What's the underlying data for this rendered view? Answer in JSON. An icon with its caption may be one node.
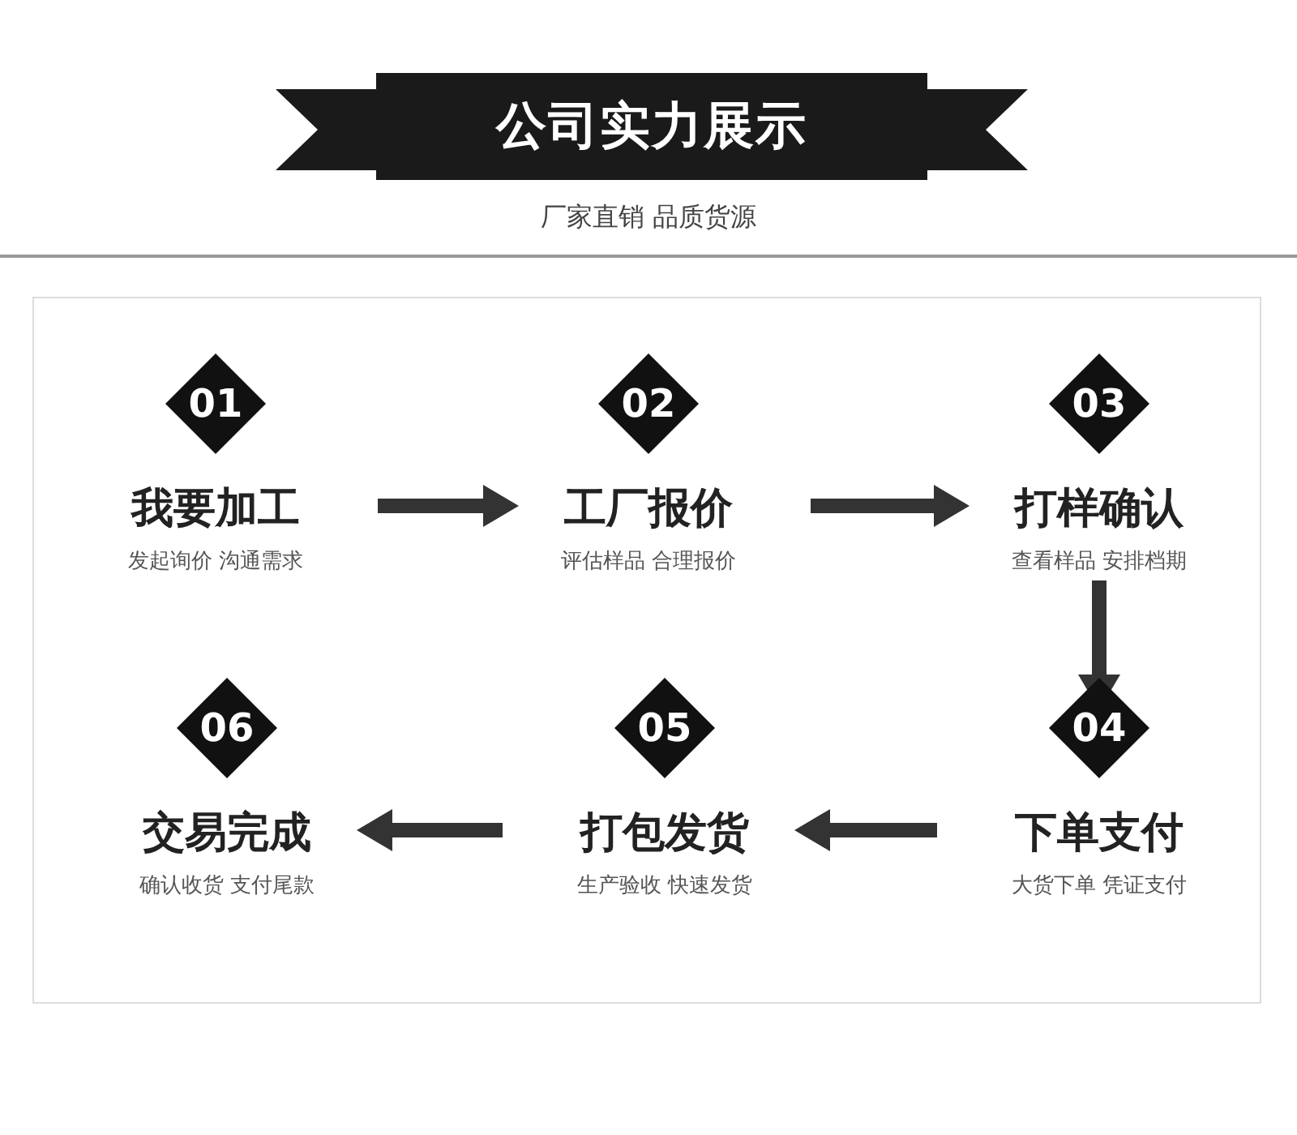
{
  "diagram": {
    "title": "公司实力展示",
    "nodes": [
      {
        "text": [
          "01",
          "我要加工",
          "发起询价 沟通需求"
        ]
      },
      {
        "text": [
          "02",
          "工厂报价",
          "评估样品 合理报价"
        ]
      },
      {
        "text": [
          "03",
          "打样确认",
          "查看样品 安排档期"
        ]
      },
      {
        "text": [
          "04",
          "下单支付",
          "大货下单 凭证支付"
        ]
      },
      {
        "text": [
          "05",
          "打包发货",
          "生产验收 快速发货"
        ]
      },
      {
        "text": [
          "06",
          "交易完成",
          "确认收货 支付尾款"
        ]
      }
    ],
    "edges": [
      {
        "from": 0,
        "to": 1,
        "arrow": "to"
      },
      {
        "from": 1,
        "to": 2,
        "arrow": "to"
      },
      {
        "from": 2,
        "to": 3,
        "arrow": "to"
      },
      {
        "from": 3,
        "to": 4,
        "arrow": "to"
      },
      {
        "from": 4,
        "to": 5,
        "arrow": "to"
      }
    ],
    "labels": [
      "厂家直销 品质货源"
    ]
  }
}
